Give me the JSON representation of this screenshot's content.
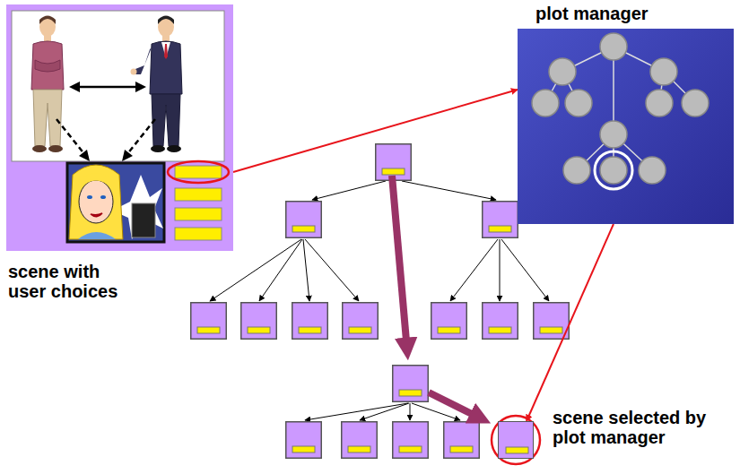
{
  "diagram": {
    "nodes": [
      {
        "text": [
          "scene with user choices"
        ]
      },
      {
        "text": [
          "plot manager"
        ]
      },
      {
        "text": [
          "scene selected by plot manager"
        ]
      }
    ],
    "edges": [
      {
        "from": 0,
        "to": 1,
        "arrow": "to"
      },
      {
        "from": 1,
        "to": 2,
        "arrow": "to"
      }
    ]
  }
}
